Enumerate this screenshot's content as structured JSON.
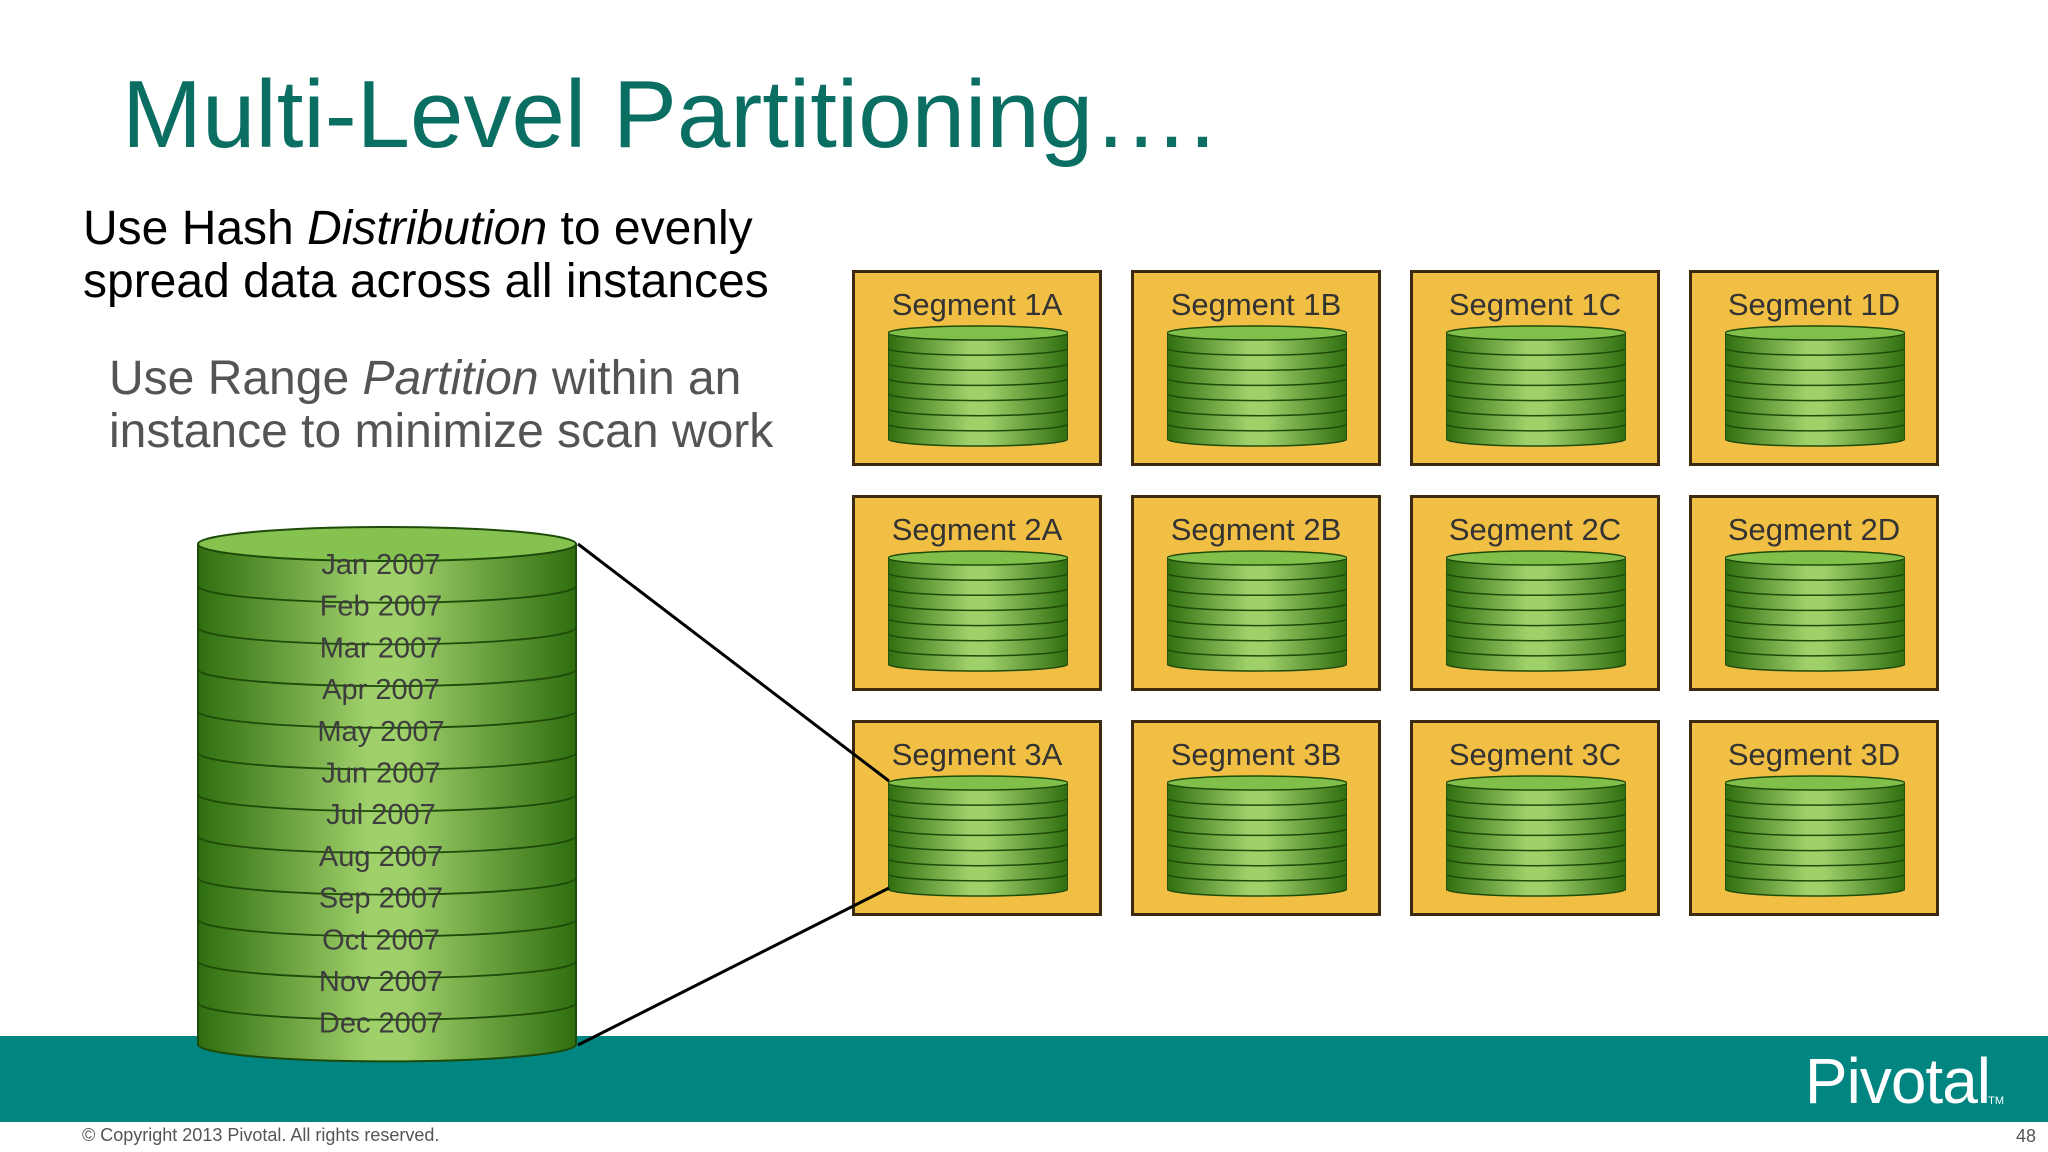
{
  "slide": {
    "title": "Multi-Level Partitioning….",
    "bullet1": {
      "pre": "Use Hash ",
      "em": "Distribution",
      "post": " to evenly",
      "line2": "spread data across all instances"
    },
    "bullet2": {
      "pre": "Use Range ",
      "em": "Partition",
      "post": " within an",
      "line2": "instance to minimize scan work"
    }
  },
  "segments": [
    "Segment 1A",
    "Segment 1B",
    "Segment 1C",
    "Segment 1D",
    "Segment 2A",
    "Segment 2B",
    "Segment 2C",
    "Segment 2D",
    "Segment 3A",
    "Segment 3B",
    "Segment 3C",
    "Segment 3D"
  ],
  "partitions": [
    "Jan 2007",
    "Feb 2007",
    "Mar 2007",
    "Apr 2007",
    "May 2007",
    "Jun 2007",
    "Jul 2007",
    "Aug 2007",
    "Sep 2007",
    "Oct 2007",
    "Nov 2007",
    "Dec 2007"
  ],
  "footer": {
    "logo": "Pivotal",
    "logo_tm": "TM",
    "copyright": "© Copyright 2013 Pivotal. All rights reserved.",
    "page": "48"
  },
  "colors": {
    "title": "#0a6e63",
    "segment_box": "#f0bf43",
    "cylinder_green": "#4a8f1e",
    "band": "#008580"
  }
}
